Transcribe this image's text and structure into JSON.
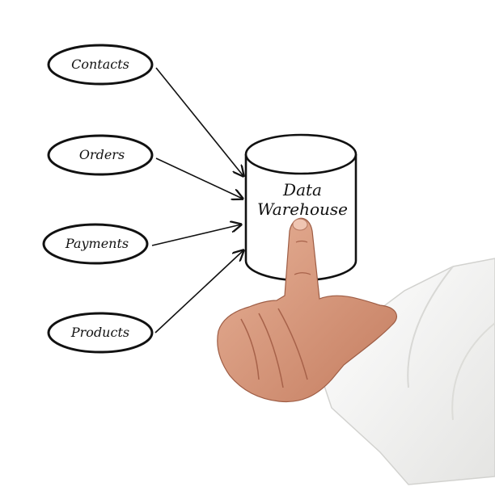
{
  "diagram": {
    "sources": [
      {
        "id": "contacts",
        "label": "Contacts"
      },
      {
        "id": "orders",
        "label": "Orders"
      },
      {
        "id": "payments",
        "label": "Payments"
      },
      {
        "id": "products",
        "label": "Products"
      }
    ],
    "target": {
      "line1": "Data",
      "line2": "Warehouse"
    }
  },
  "colors": {
    "ink": "#111111",
    "shirt": "#f3f3f1",
    "skin": "#d99a7c",
    "skin_shadow": "#b76f55"
  }
}
